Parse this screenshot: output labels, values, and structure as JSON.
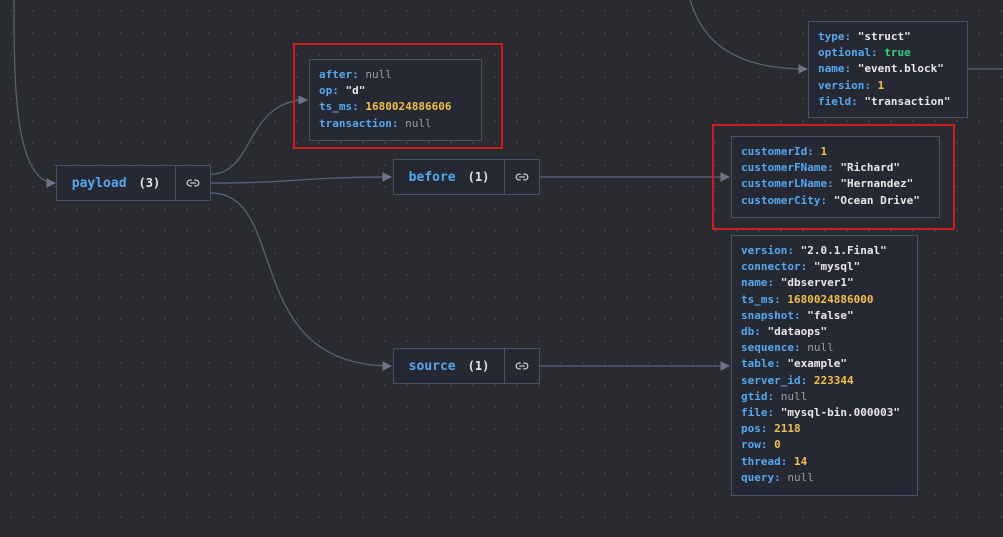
{
  "nodes": {
    "payload": {
      "label": "payload",
      "count": "(3)"
    },
    "before": {
      "label": "before",
      "count": "(1)"
    },
    "source": {
      "label": "source",
      "count": "(1)"
    }
  },
  "schema_block": {
    "rows": [
      {
        "key": "type",
        "value": "\"struct\"",
        "kind": "str"
      },
      {
        "key": "optional",
        "value": "true",
        "kind": "bool"
      },
      {
        "key": "name",
        "value": "\"event.block\"",
        "kind": "str"
      },
      {
        "key": "version",
        "value": "1",
        "kind": "num"
      },
      {
        "key": "field",
        "value": "\"transaction\"",
        "kind": "str"
      }
    ]
  },
  "payload_fields": {
    "rows": [
      {
        "key": "after",
        "value": "null",
        "kind": "nul"
      },
      {
        "key": "op",
        "value": "\"d\"",
        "kind": "str"
      },
      {
        "key": "ts_ms",
        "value": "1680024886606",
        "kind": "num"
      },
      {
        "key": "transaction",
        "value": "null",
        "kind": "nul"
      }
    ]
  },
  "before_fields": {
    "rows": [
      {
        "key": "customerId",
        "value": "1",
        "kind": "num"
      },
      {
        "key": "customerFName",
        "value": "\"Richard\"",
        "kind": "str"
      },
      {
        "key": "customerLName",
        "value": "\"Hernandez\"",
        "kind": "str"
      },
      {
        "key": "customerCity",
        "value": "\"Ocean Drive\"",
        "kind": "str"
      }
    ]
  },
  "source_fields": {
    "rows": [
      {
        "key": "version",
        "value": "\"2.0.1.Final\"",
        "kind": "str"
      },
      {
        "key": "connector",
        "value": "\"mysql\"",
        "kind": "str"
      },
      {
        "key": "name",
        "value": "\"dbserver1\"",
        "kind": "str"
      },
      {
        "key": "ts_ms",
        "value": "1680024886000",
        "kind": "num"
      },
      {
        "key": "snapshot",
        "value": "\"false\"",
        "kind": "str"
      },
      {
        "key": "db",
        "value": "\"dataops\"",
        "kind": "str"
      },
      {
        "key": "sequence",
        "value": "null",
        "kind": "nul"
      },
      {
        "key": "table",
        "value": "\"example\"",
        "kind": "str"
      },
      {
        "key": "server_id",
        "value": "223344",
        "kind": "num"
      },
      {
        "key": "gtid",
        "value": "null",
        "kind": "nul"
      },
      {
        "key": "file",
        "value": "\"mysql-bin.000003\"",
        "kind": "str"
      },
      {
        "key": "pos",
        "value": "2118",
        "kind": "num"
      },
      {
        "key": "row",
        "value": "0",
        "kind": "num"
      },
      {
        "key": "thread",
        "value": "14",
        "kind": "num"
      },
      {
        "key": "query",
        "value": "null",
        "kind": "nul"
      }
    ]
  },
  "colors": {
    "background": "#2a2b31",
    "node_border": "#4a5063",
    "key": "#56a8ee",
    "string": "#e8e8e8",
    "number": "#f0c04c",
    "null": "#9a9da6",
    "boolean": "#35d07f",
    "highlight": "#d21b20",
    "edge": "#59647a"
  }
}
